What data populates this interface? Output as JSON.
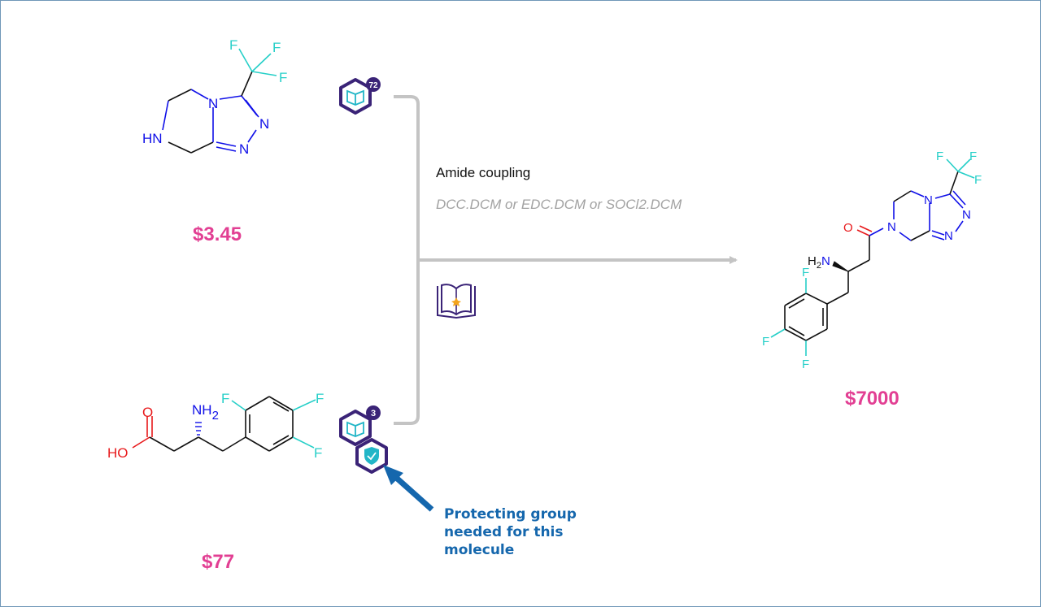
{
  "reaction": {
    "name": "Amide coupling",
    "conditions": "DCC.DCM or EDC.DCM or SOCl2.DCM"
  },
  "reactant_top": {
    "price": "$3.45",
    "reference_count": "72",
    "atoms": {
      "f1": "F",
      "f2": "F",
      "f3": "F",
      "n1": "N",
      "n2": "N",
      "n3": "N",
      "hn": "HN"
    }
  },
  "reactant_bottom": {
    "price": "$77",
    "reference_count": "3",
    "atoms": {
      "o": "O",
      "ho": "HO",
      "nh": "NH",
      "nh_sub": "2",
      "f1": "F",
      "f2": "F",
      "f3": "F"
    }
  },
  "product": {
    "price": "$7000",
    "atoms": {
      "f1": "F",
      "f2": "F",
      "f3": "F",
      "n1": "N",
      "n2": "N",
      "n3": "N",
      "n4": "N",
      "o": "O",
      "h2n": "H",
      "h2n_sub": "2",
      "h2n_n": "N",
      "af1": "F",
      "af2": "F",
      "af3": "F"
    }
  },
  "annotation": {
    "text": "Protecting group needed for this molecule"
  },
  "colors": {
    "nitrogen": "#1010e8",
    "fluorine": "#26cfc8",
    "oxygen": "#e8191b",
    "price": "#e23f93",
    "icon_purple": "#3a2377",
    "icon_cyan": "#22b6c7",
    "arrow_gray": "#c4c4c4",
    "callout_blue": "#1567ad"
  }
}
